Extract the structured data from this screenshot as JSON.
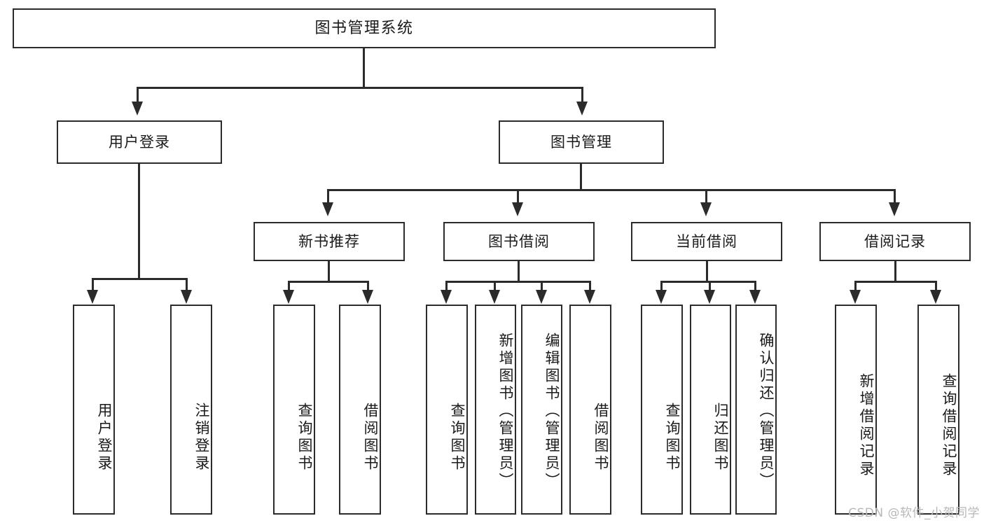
{
  "diagram": {
    "title": "图书管理系统",
    "type": "tree-structure-chart",
    "watermark": "CSDN @软件_小贺同学",
    "colors": {
      "stroke": "#2b2b2b",
      "fill": "#ffffff",
      "text": "#1a1a1a",
      "watermark": "#b8b8b8"
    },
    "nodes": {
      "root": {
        "label": "图书管理系统"
      },
      "level2": [
        {
          "label": "用户登录"
        },
        {
          "label": "图书管理"
        }
      ],
      "level3": [
        {
          "label": "新书推荐"
        },
        {
          "label": "图书借阅"
        },
        {
          "label": "当前借阅"
        },
        {
          "label": "借阅记录"
        }
      ],
      "leaves": {
        "user_login": [
          {
            "label": "用户登录"
          },
          {
            "label": "注销登录"
          }
        ],
        "new_book": [
          {
            "label": "查询图书"
          },
          {
            "label": "借阅图书"
          }
        ],
        "book_borrow": [
          {
            "label": "查询图书"
          },
          {
            "label": "新增图书（管理员）"
          },
          {
            "label": "编辑图书（管理员）"
          },
          {
            "label": "借阅图书"
          }
        ],
        "current_borrow": [
          {
            "label": "查询图书"
          },
          {
            "label": "归还图书"
          },
          {
            "label": "确认归还（管理员）"
          }
        ],
        "borrow_record": [
          {
            "label": "新增借阅记录"
          },
          {
            "label": "查询借阅记录"
          }
        ]
      }
    }
  }
}
